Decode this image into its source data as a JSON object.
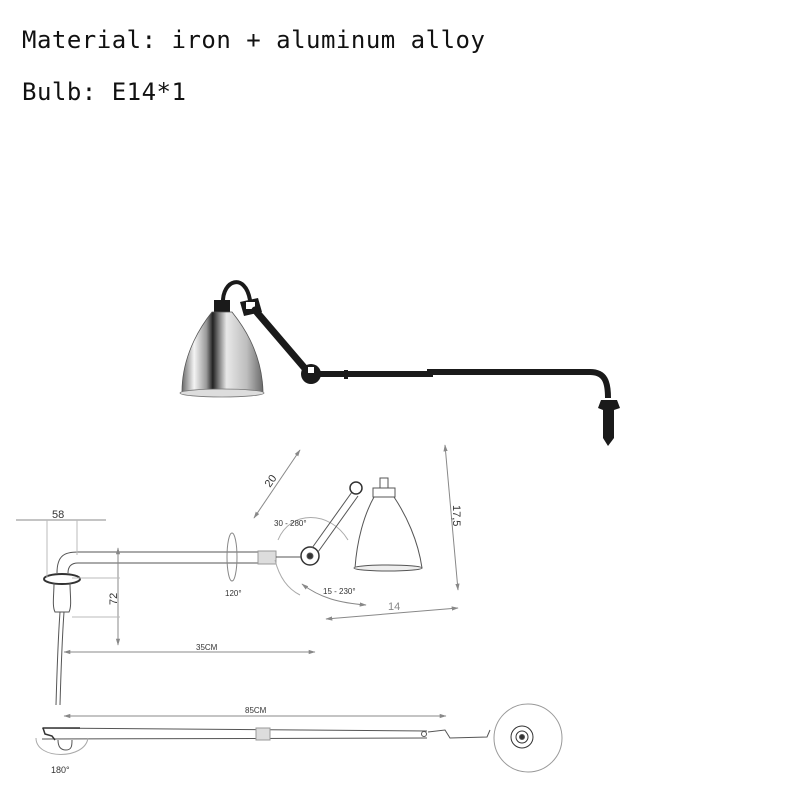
{
  "specs": {
    "material": "Material: iron + aluminum alloy",
    "bulb": "Bulb: E14*1"
  },
  "product_photo": {
    "description": "Black articulated swing-arm wall lamp with polished chrome shade",
    "arm_color": "#1a1a1a",
    "shade_color": "#c8c8c8"
  },
  "diagram": {
    "side_view": {
      "dimensions": {
        "mount_width": "58",
        "mount_height": "72",
        "arm_reach": "35CM",
        "upper_arm": "20",
        "shade_height": "17,5",
        "shade_width": "14"
      },
      "angles": {
        "arm_rotation": "120°",
        "elbow_range": "30 - 280°",
        "shade_tilt": "15 - 230°"
      }
    },
    "top_view": {
      "dimensions": {
        "total_length": "85CM"
      },
      "angles": {
        "wall_swing": "180°"
      }
    },
    "line_color": "#555555",
    "dimension_color": "#888888"
  }
}
